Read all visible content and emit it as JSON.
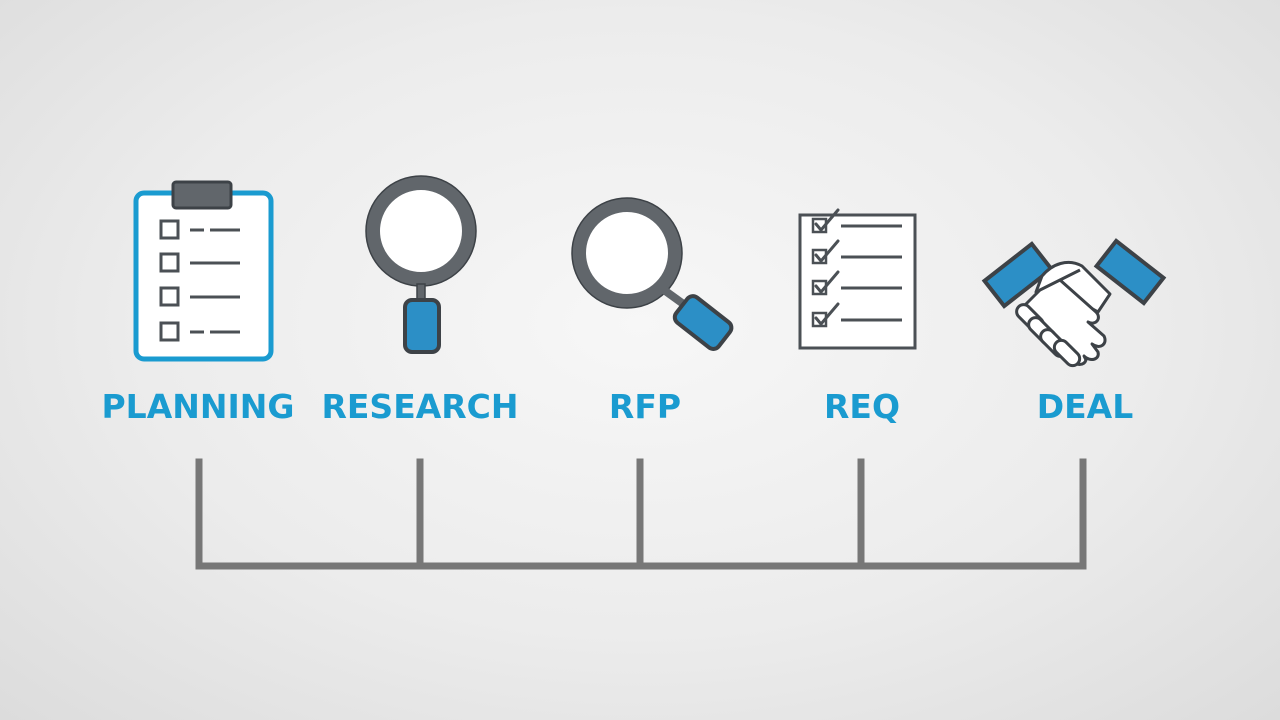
{
  "stages": [
    {
      "id": "planning",
      "label": "PLANNING",
      "icon": "clipboard-checklist-icon"
    },
    {
      "id": "research",
      "label": "RESEARCH",
      "icon": "magnifying-glass-icon"
    },
    {
      "id": "rfp",
      "label": "RFP",
      "icon": "magnifying-glass-tilted-icon"
    },
    {
      "id": "req",
      "label": "REQ",
      "icon": "checklist-document-icon"
    },
    {
      "id": "deal",
      "label": "DEAL",
      "icon": "handshake-icon"
    }
  ],
  "colors": {
    "accent": "#1a9bd0",
    "icon_fill": "#2c8fc6",
    "outline": "#555a5f",
    "timeline": "#777777"
  }
}
